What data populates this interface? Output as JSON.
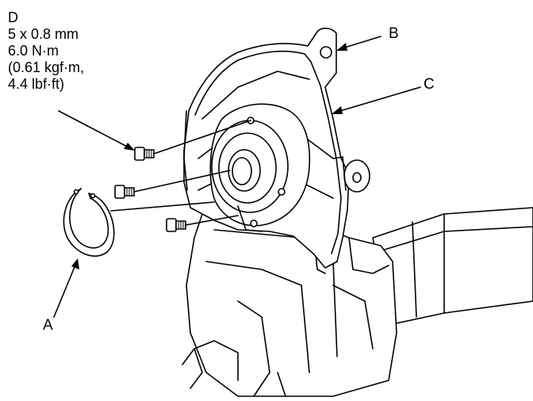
{
  "callouts": {
    "a": "A",
    "b": "B",
    "c": "C",
    "d": "D"
  },
  "spec": {
    "bolt_size": "5 x 0.8 mm",
    "torque_nm": "6.0 N·m",
    "torque_kgfm": "(0.61 kgf·m,",
    "torque_lbfft": "4.4 lbf·ft)"
  }
}
